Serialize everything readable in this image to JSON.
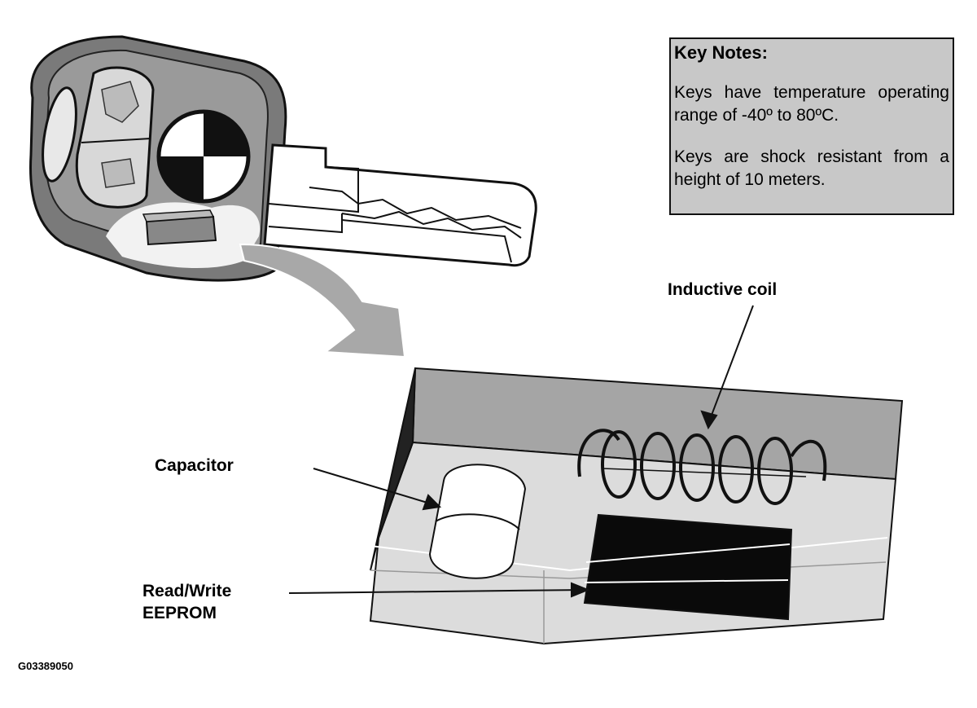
{
  "key_notes": {
    "title": "Key Notes:",
    "note1": "Keys have temperature operating range of -40º to 80ºC.",
    "note2": "Keys are shock resistant from a height of 10 meters."
  },
  "labels": {
    "inductive_coil": "Inductive coil",
    "capacitor": "Capacitor",
    "eeprom_line1": "Read/Write",
    "eeprom_line2": "EEPROM"
  },
  "figure_code": "G03389050",
  "colors": {
    "box_fill": "#c8c8c8",
    "chip_top": "#a5a5a5",
    "chip_front": "#dcdcdc",
    "key_body": "#7a7a7a"
  }
}
